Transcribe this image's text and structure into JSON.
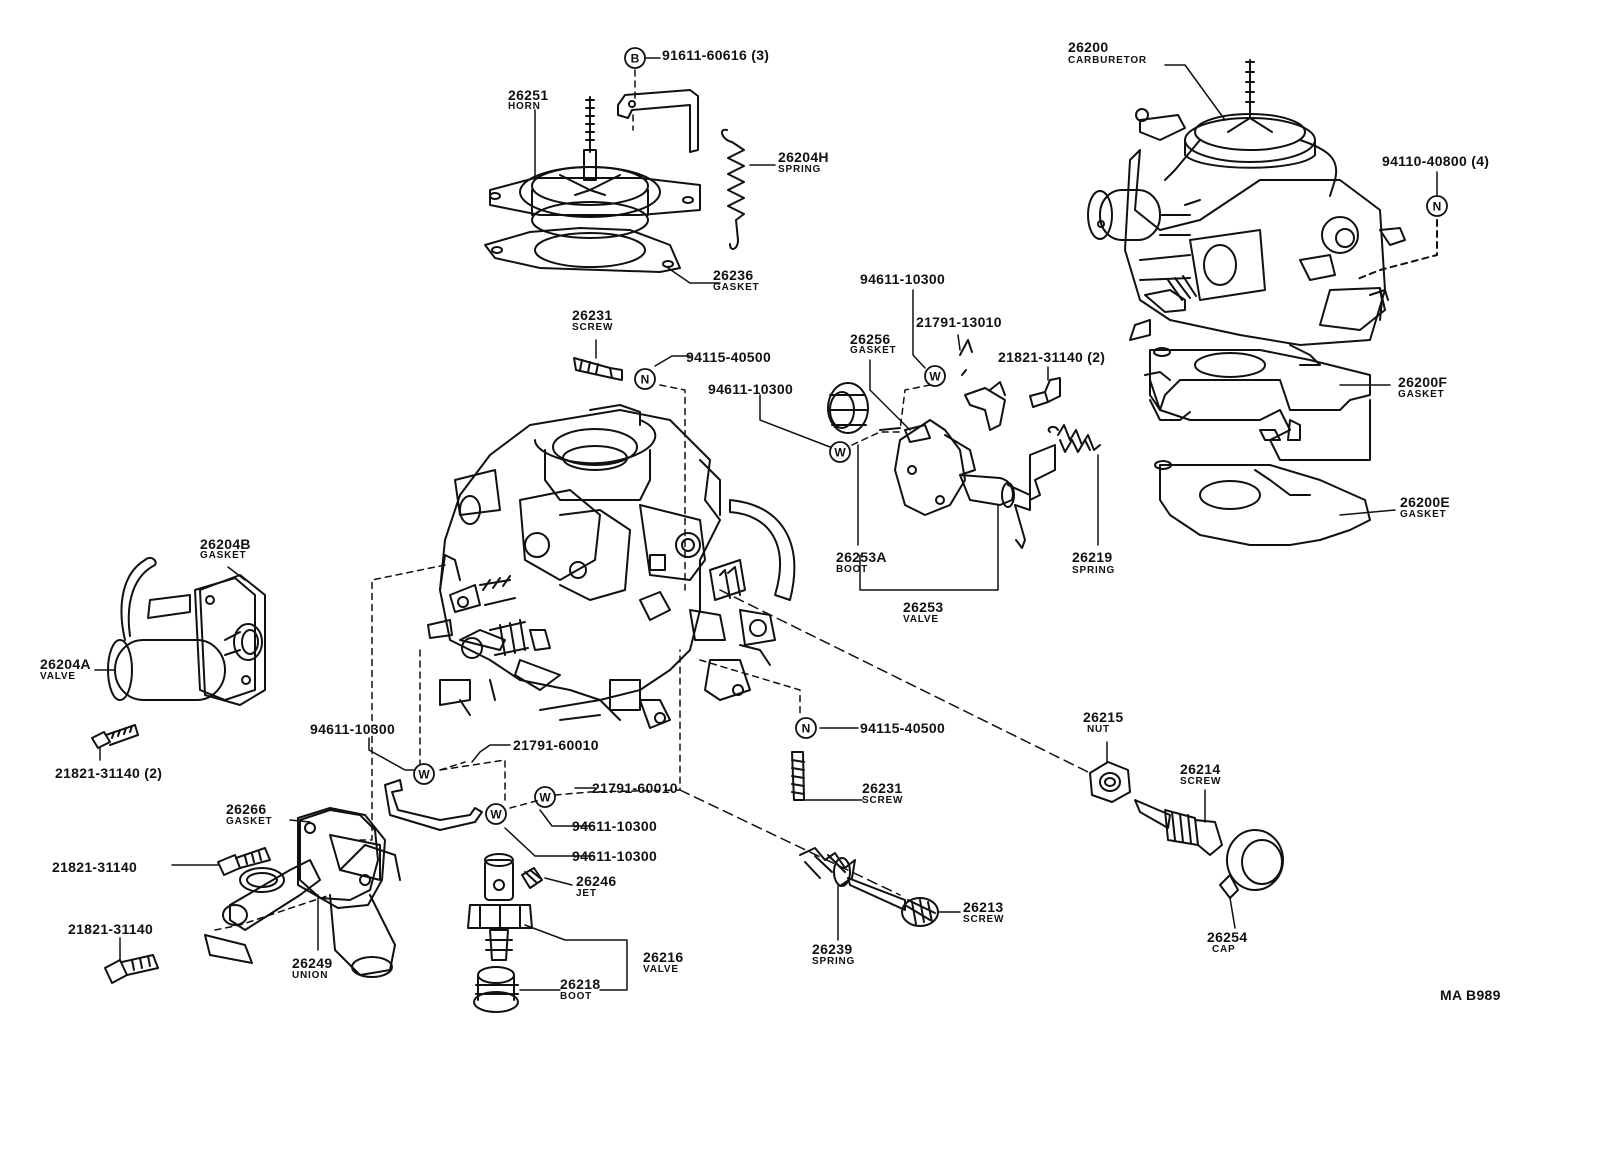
{
  "parts": {
    "p91611": {
      "num": "91611-60616 (3)"
    },
    "p26251": {
      "num": "26251",
      "name": "HORN"
    },
    "p26204H": {
      "num": "26204H",
      "name": "SPRING"
    },
    "p26236": {
      "num": "26236",
      "name": "GASKET"
    },
    "p26200": {
      "num": "26200",
      "name": "CARBURETOR"
    },
    "p94110": {
      "num": "94110-40800 (4)"
    },
    "p26200F": {
      "num": "26200F",
      "name": "GASKET"
    },
    "p26200E": {
      "num": "26200E",
      "name": "GASKET"
    },
    "p26231a": {
      "num": "26231",
      "name": "SCREW"
    },
    "p94115a": {
      "num": "94115-40500"
    },
    "p94611a": {
      "num": "94611-10300"
    },
    "p21791a": {
      "num": "21791-13010"
    },
    "p26256": {
      "num": "26256",
      "name": "GASKET"
    },
    "p21821a": {
      "num": "21821-31140 (2)"
    },
    "p94611b": {
      "num": "94611-10300"
    },
    "p26253A": {
      "num": "26253A",
      "name": "BOOT"
    },
    "p26219": {
      "num": "26219",
      "name": "SPRING"
    },
    "p26253": {
      "num": "26253",
      "name": "VALVE"
    },
    "p26204B": {
      "num": "26204B",
      "name": "GASKET"
    },
    "p26204A": {
      "num": "26204A",
      "name": "VALVE"
    },
    "p21821b": {
      "num": "21821-31140 (2)"
    },
    "p94611c": {
      "num": "94611-10300"
    },
    "p21791b": {
      "num": "21791-60010"
    },
    "p21791c": {
      "num": "21791-60010"
    },
    "p94611d": {
      "num": "94611-10300"
    },
    "p94611e": {
      "num": "94611-10300"
    },
    "p94115b": {
      "num": "94115-40500"
    },
    "p26231b": {
      "num": "26231",
      "name": "SCREW"
    },
    "p26266": {
      "num": "26266",
      "name": "GASKET"
    },
    "p21821c": {
      "num": "21821-31140"
    },
    "p21821d": {
      "num": "21821-31140"
    },
    "p26249": {
      "num": "26249",
      "name": "UNION"
    },
    "p26246": {
      "num": "26246",
      "name": "JET"
    },
    "p26216": {
      "num": "26216",
      "name": "VALVE"
    },
    "p26218": {
      "num": "26218",
      "name": "BOOT"
    },
    "p26239": {
      "num": "26239",
      "name": "SPRING"
    },
    "p26213": {
      "num": "26213",
      "name": "SCREW"
    },
    "p26215": {
      "num": "26215",
      "name": "NUT"
    },
    "p26214": {
      "num": "26214",
      "name": "SCREW"
    },
    "p26254": {
      "num": "26254",
      "name": "CAP"
    }
  },
  "markers": {
    "bolt": "B",
    "nut": "N",
    "washer": "W"
  },
  "footer": {
    "code": "MA B989"
  }
}
